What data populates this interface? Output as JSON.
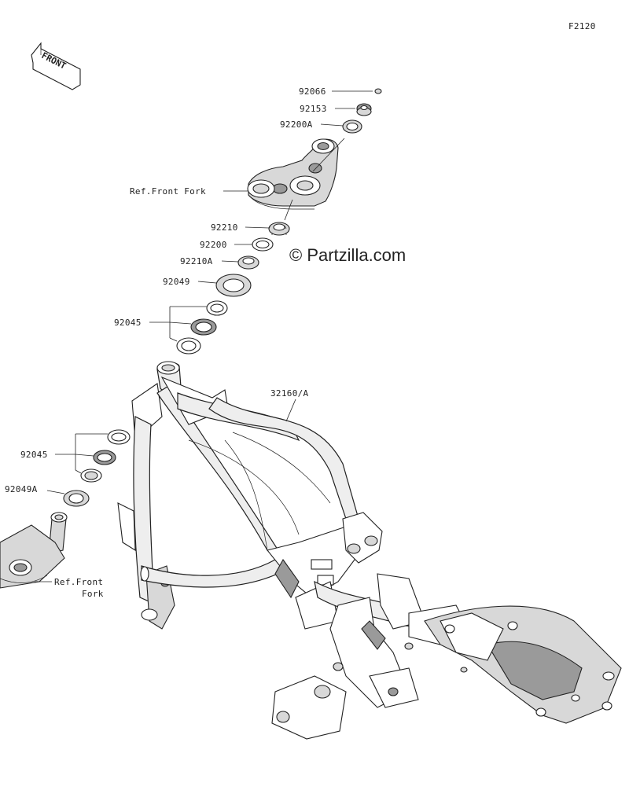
{
  "figure_id": "F2120",
  "front_label": "FRONT",
  "watermark": "© Partzilla.com",
  "callouts": {
    "p92066": "92066",
    "p92153": "92153",
    "p92200a": "92200A",
    "ref_front_fork_top": "Ref.Front Fork",
    "p92210": "92210",
    "p92200": "92200",
    "p92210a": "92210A",
    "p92049": "92049",
    "p92045_upper": "92045",
    "p32160a": "32160/A",
    "p92045_lower": "92045",
    "p92049a": "92049A",
    "ref_front_fork_bottom_1": "Ref.Front",
    "ref_front_fork_bottom_2": "Fork"
  }
}
